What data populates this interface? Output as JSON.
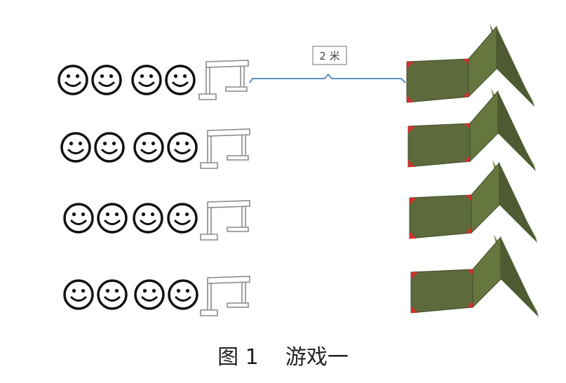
{
  "caption": "图 1    游戏一",
  "distance_label": "2 米",
  "colors": {
    "mat_face": "#5d6b3c",
    "mat_edge": "#7a8a4c",
    "mat_corner": "#d62e2a",
    "bracket_line": "#5b8fc9",
    "hurdle_stroke": "#8a8a8a",
    "smiley_stroke": "#111111"
  },
  "icons": [
    "smiley-icon",
    "hurdle-icon",
    "folding-mat-icon"
  ],
  "rows": [
    {
      "players": 4
    },
    {
      "players": 4
    },
    {
      "players": 4
    },
    {
      "players": 4
    }
  ]
}
